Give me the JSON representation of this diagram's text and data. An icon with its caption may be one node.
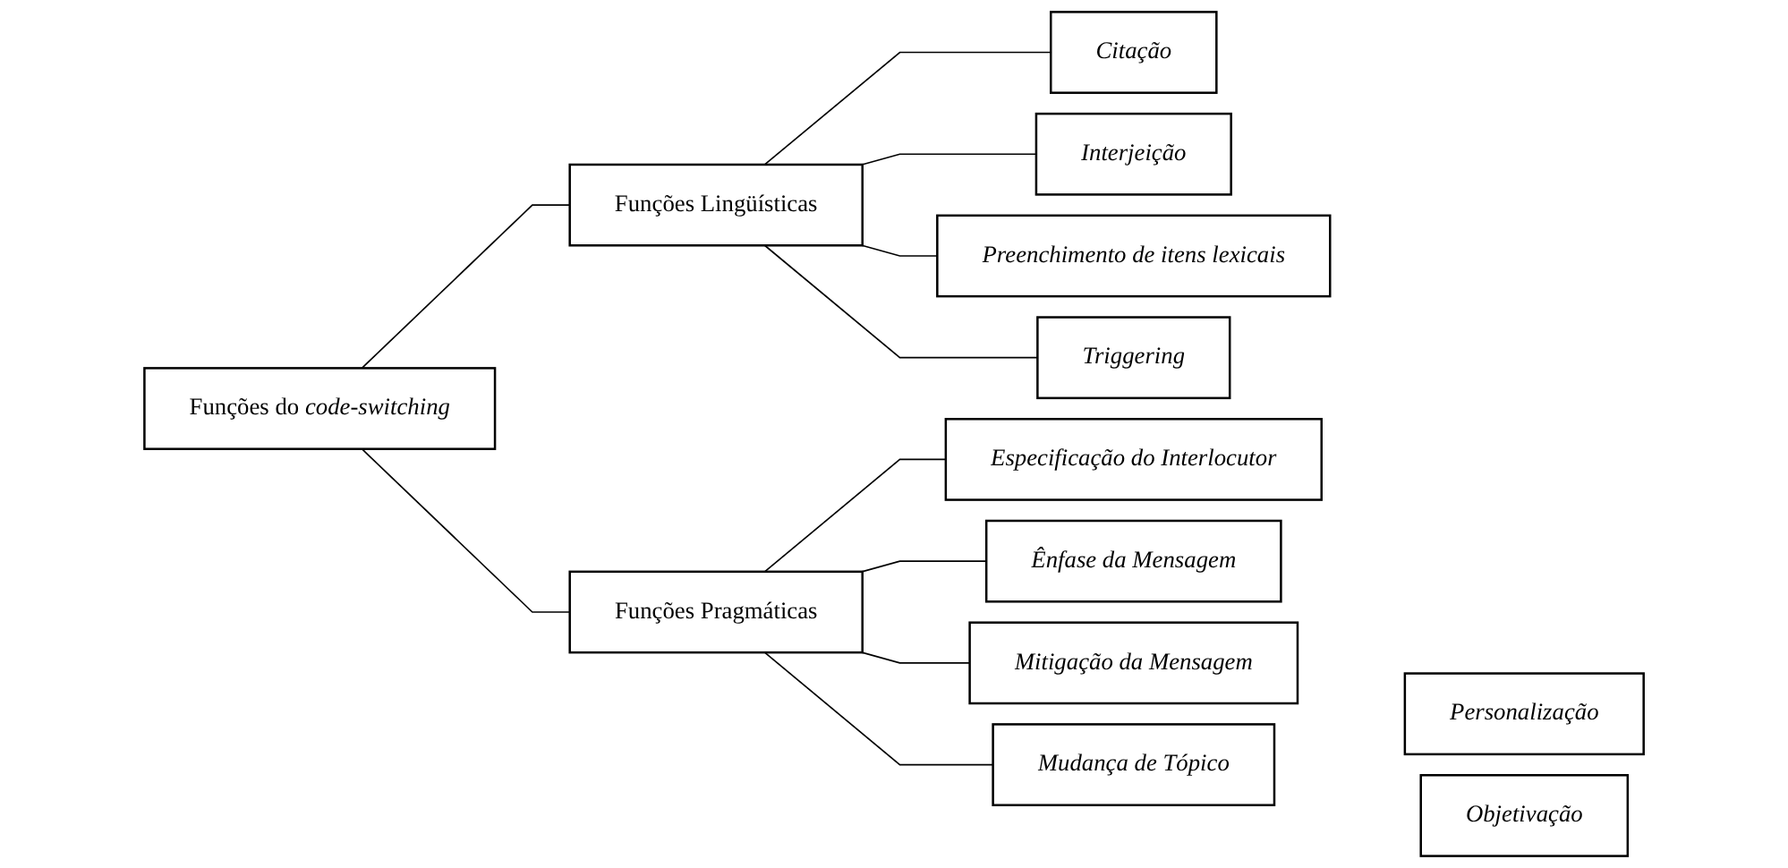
{
  "diagram": {
    "nodes": [
      {
        "text": [
          "Funções do *code-switching*"
        ]
      },
      {
        "text": [
          "Funções Lingüísticas"
        ]
      },
      {
        "text": [
          "Funções Pragmáticas"
        ]
      },
      {
        "text": [
          "Citação"
        ]
      },
      {
        "text": [
          "Interjeição"
        ]
      },
      {
        "text": [
          "Preenchimento de itens lexicais"
        ]
      },
      {
        "text": [
          "Triggering"
        ]
      },
      {
        "text": [
          "Especificação do Interlocutor"
        ]
      },
      {
        "text": [
          "Ênfase da Mensagem"
        ]
      },
      {
        "text": [
          "Mitigação da Mensagem"
        ]
      },
      {
        "text": [
          "Mudança de Tópico"
        ]
      },
      {
        "text": [
          "Personalização"
        ]
      },
      {
        "text": [
          "Objetivação"
        ]
      }
    ],
    "edges": [
      {
        "from": 0,
        "to": 1,
        "arrow": "none"
      },
      {
        "from": 0,
        "to": 2,
        "arrow": "none"
      },
      {
        "from": 1,
        "to": 3,
        "arrow": "none"
      },
      {
        "from": 1,
        "to": 4,
        "arrow": "none"
      },
      {
        "from": 1,
        "to": 5,
        "arrow": "none"
      },
      {
        "from": 1,
        "to": 6,
        "arrow": "none"
      },
      {
        "from": 2,
        "to": 7,
        "arrow": "none"
      },
      {
        "from": 2,
        "to": 8,
        "arrow": "none"
      },
      {
        "from": 2,
        "to": 9,
        "arrow": "none"
      },
      {
        "from": 2,
        "to": 10,
        "arrow": "none"
      }
    ]
  }
}
